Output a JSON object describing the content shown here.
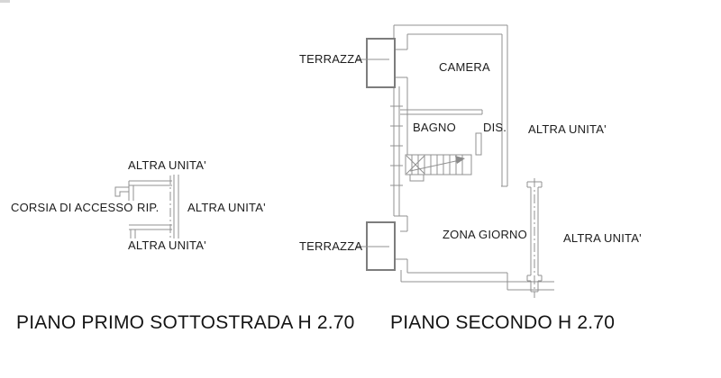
{
  "drawing": {
    "line_color": "#909090",
    "text_color": "#1c1c1c",
    "plan1": {
      "caption": "PIANO PRIMO SOTTOSTRADA H 2.70",
      "labels": {
        "altra_top": "ALTRA UNITA'",
        "corsia": "CORSIA DI ACCESSO",
        "rip": "RIP.",
        "altra_right": "ALTRA UNITA'",
        "altra_bottom": "ALTRA UNITA'"
      }
    },
    "plan2": {
      "caption": "PIANO SECONDO H 2.70",
      "labels": {
        "terrazza_top": "TERRAZZA",
        "camera": "CAMERA",
        "bagno": "BAGNO",
        "dis": "DIS.",
        "altra_upper": "ALTRA UNITA'",
        "zona_giorno": "ZONA GIORNO",
        "altra_lower": "ALTRA UNITA'",
        "terrazza_bottom": "TERRAZZA"
      }
    }
  }
}
